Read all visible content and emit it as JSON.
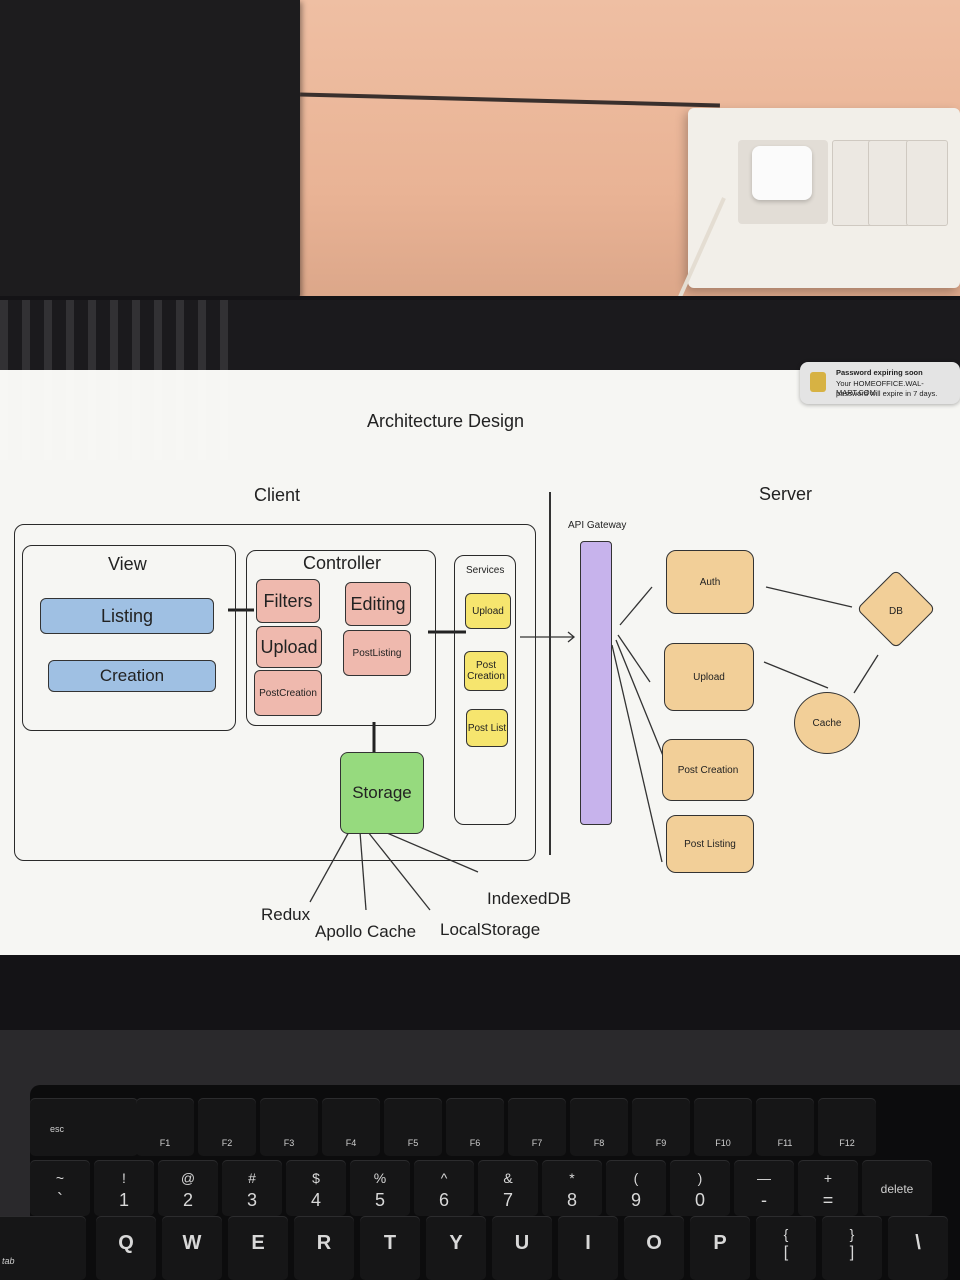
{
  "diagram": {
    "title": "Architecture Design",
    "client_label": "Client",
    "server_label": "Server",
    "view": {
      "label": "View",
      "items": [
        "Listing",
        "Creation"
      ]
    },
    "controller": {
      "label": "Controller",
      "items": [
        "Filters",
        "Editing",
        "Upload",
        "PostListing",
        "PostCreation"
      ]
    },
    "services": {
      "label": "Services",
      "items": [
        "Upload",
        "Post Creation",
        "Post List"
      ]
    },
    "storage": {
      "label": "Storage",
      "targets": [
        "Redux",
        "Apollo Cache",
        "LocalStorage",
        "IndexedDB"
      ]
    },
    "api_gateway": "API Gateway",
    "server_nodes": [
      "Auth",
      "Upload",
      "Post Creation",
      "Post Listing"
    ],
    "cache": "Cache",
    "db": "DB"
  },
  "notification": {
    "title": "Password expiring soon",
    "line1": "Your HOMEOFFICE.WAL-MART.COM",
    "line2": "password will expire in 7 days."
  },
  "keyboard": {
    "fn_row": [
      "esc",
      "F1",
      "F2",
      "F3",
      "F4",
      "F5",
      "F6",
      "F7",
      "F8",
      "F9",
      "F10",
      "F11",
      "F12"
    ],
    "number_row_top": [
      "~",
      "!",
      "@",
      "#",
      "$",
      "%",
      "^",
      "&",
      "*",
      "(",
      ")",
      "—",
      "+"
    ],
    "number_row": [
      "`",
      "1",
      "2",
      "3",
      "4",
      "5",
      "6",
      "7",
      "8",
      "9",
      "0",
      "-",
      "=",
      "delete"
    ],
    "letter_row": [
      "tab",
      "Q",
      "W",
      "E",
      "R",
      "T",
      "Y",
      "U",
      "I",
      "O",
      "P",
      "{",
      "}",
      "\\"
    ],
    "letter_row_bottom": [
      "[",
      "]"
    ]
  },
  "colors": {
    "view_item": "#9fc0e3",
    "controller_item": "#efb9ae",
    "service_item": "#f6e56e",
    "server_item": "#f2cf98",
    "storage": "#96da7e",
    "gateway": "#c7b3ec"
  }
}
